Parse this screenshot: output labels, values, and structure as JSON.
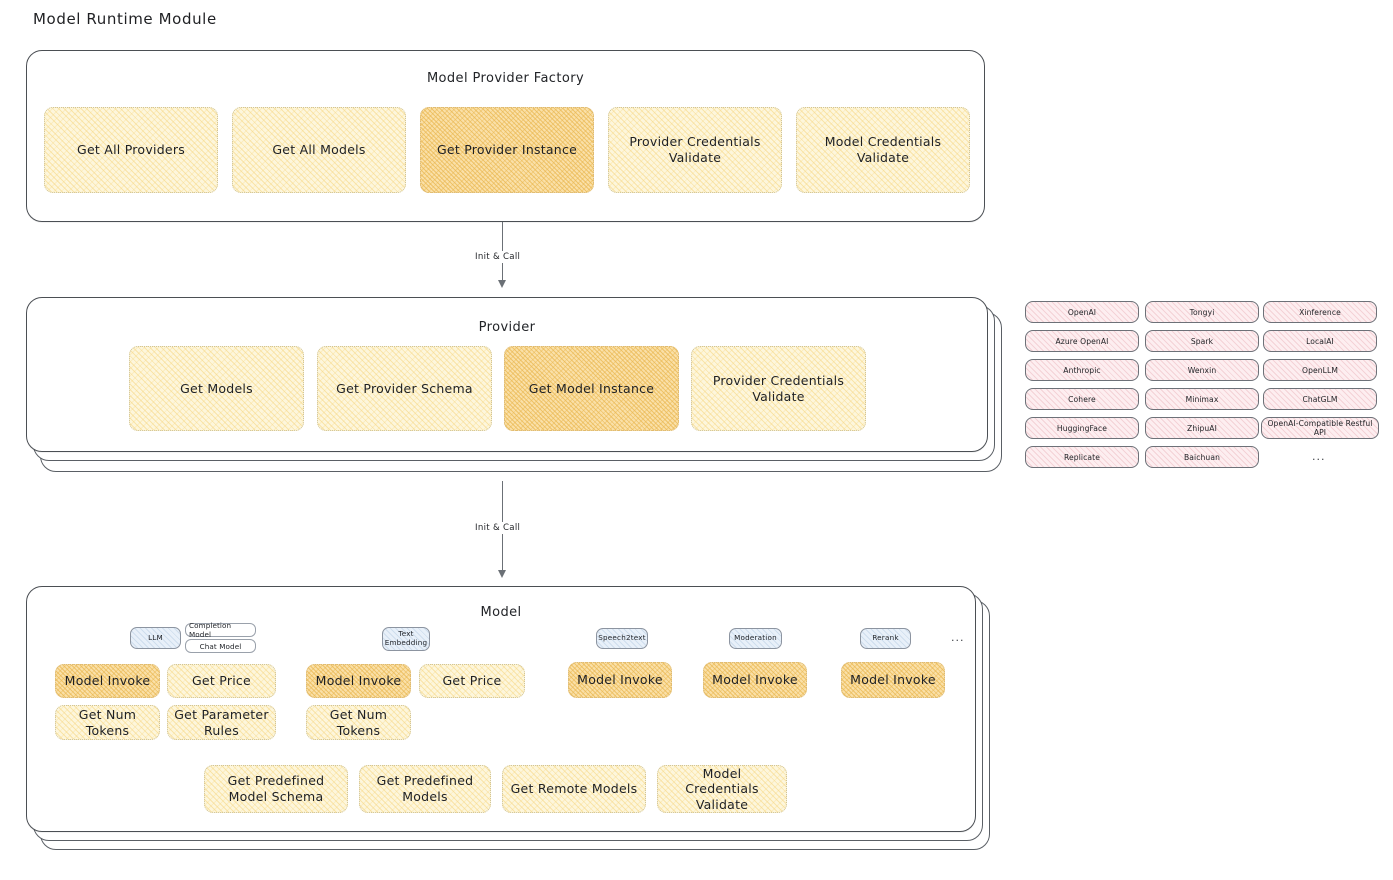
{
  "page": {
    "title": "Model Runtime Module",
    "ellipsis": "..."
  },
  "factory": {
    "title": "Model Provider Factory",
    "boxes": [
      {
        "label": "Get All Providers",
        "highlight": false
      },
      {
        "label": "Get All Models",
        "highlight": false
      },
      {
        "label": "Get Provider Instance",
        "highlight": true
      },
      {
        "label": "Provider Credentials Validate",
        "highlight": false
      },
      {
        "label": "Model Credentials Validate",
        "highlight": false
      }
    ]
  },
  "arrows": [
    {
      "label": "Init & Call"
    },
    {
      "label": "Init & Call"
    }
  ],
  "provider": {
    "title": "Provider",
    "boxes": [
      {
        "label": "Get Models",
        "highlight": false
      },
      {
        "label": "Get Provider Schema",
        "highlight": false
      },
      {
        "label": "Get Model Instance",
        "highlight": true
      },
      {
        "label": "Provider Credentials Validate",
        "highlight": false
      }
    ]
  },
  "provider_list": {
    "columns": [
      [
        "OpenAI",
        "Azure OpenAI",
        "Anthropic",
        "Cohere",
        "HuggingFace",
        "Replicate"
      ],
      [
        "Tongyi",
        "Spark",
        "Wenxin",
        "Minimax",
        "ZhipuAI",
        "Baichuan"
      ],
      [
        "Xinference",
        "LocalAI",
        "OpenLLM",
        "ChatGLM",
        "OpenAI-Compatible Restful API"
      ]
    ],
    "more": "..."
  },
  "model": {
    "title": "Model",
    "more": "...",
    "types": [
      {
        "name": "LLM",
        "sub": [
          "Completion Model",
          "Chat Model"
        ],
        "methods": [
          {
            "label": "Model Invoke",
            "highlight": true
          },
          {
            "label": "Get Price",
            "highlight": false
          },
          {
            "label": "Get Num Tokens",
            "highlight": false
          },
          {
            "label": "Get Parameter Rules",
            "highlight": false
          }
        ]
      },
      {
        "name": "Text Embedding",
        "sub": [],
        "methods": [
          {
            "label": "Model Invoke",
            "highlight": true
          },
          {
            "label": "Get Price",
            "highlight": false
          },
          {
            "label": "Get Num Tokens",
            "highlight": false
          }
        ]
      },
      {
        "name": "Speech2text",
        "sub": [],
        "methods": [
          {
            "label": "Model Invoke",
            "highlight": true
          }
        ]
      },
      {
        "name": "Moderation",
        "sub": [],
        "methods": [
          {
            "label": "Model Invoke",
            "highlight": true
          }
        ]
      },
      {
        "name": "Rerank",
        "sub": [],
        "methods": [
          {
            "label": "Model Invoke",
            "highlight": true
          }
        ]
      }
    ],
    "common_methods": [
      {
        "label": "Get Predefined Model Schema"
      },
      {
        "label": "Get Predefined Models"
      },
      {
        "label": "Get Remote Models"
      },
      {
        "label": "Model Credentials Validate"
      }
    ]
  },
  "colors": {
    "box_fill": "#fdf6dc",
    "box_fill_highlight": "#fae0a8",
    "badge_fill": "#e8f0f9",
    "chip_fill": "#fdeef0",
    "stroke": "#4b4f54"
  }
}
